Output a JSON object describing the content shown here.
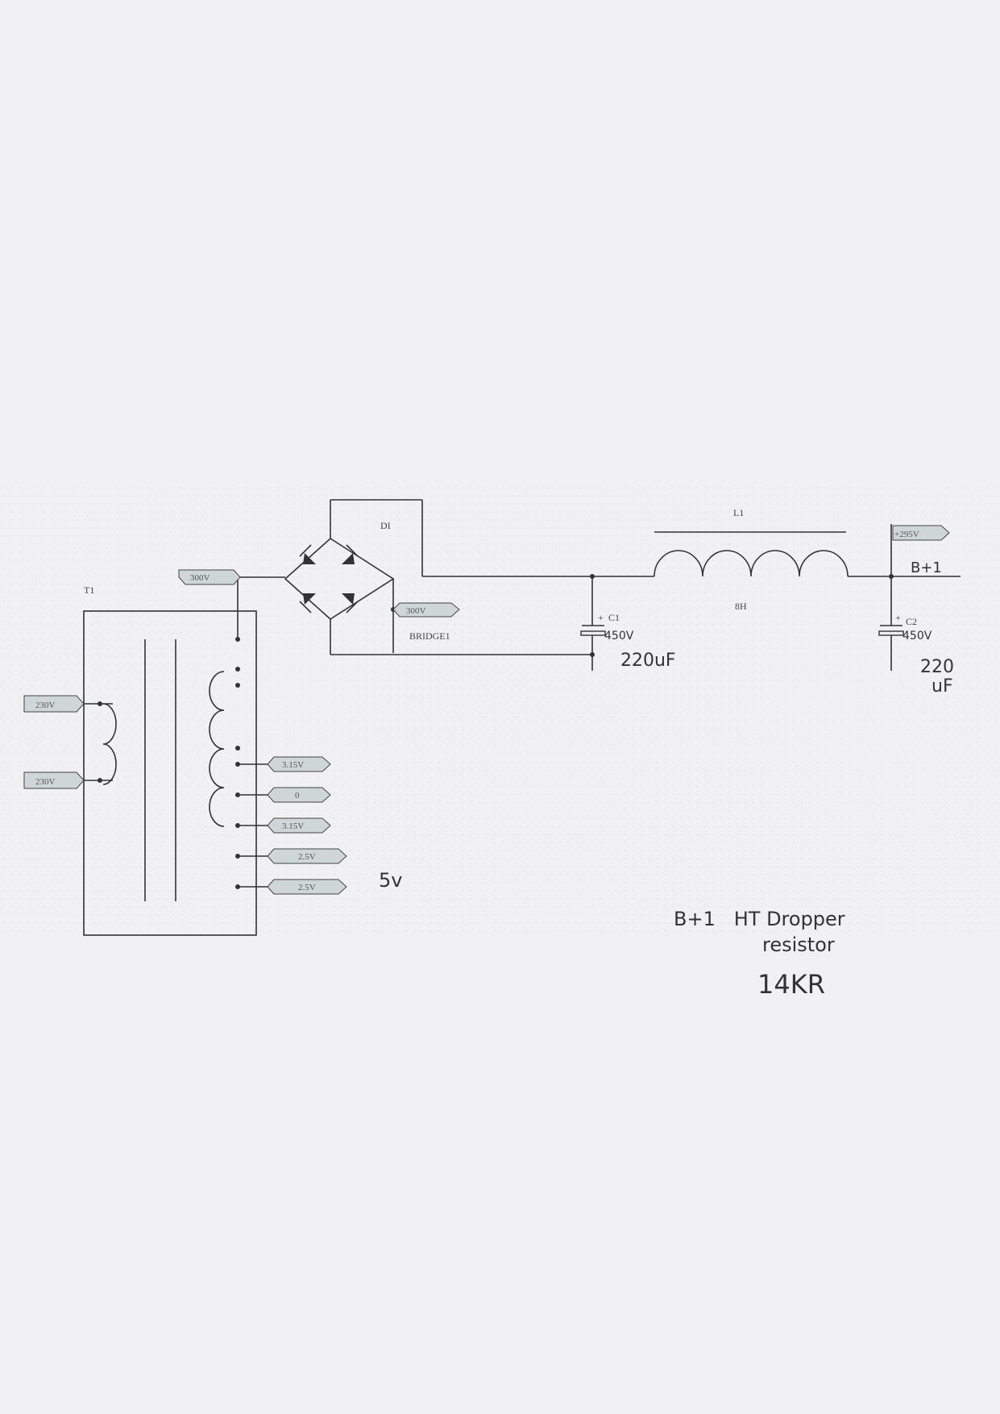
{
  "schematic": {
    "transformer": {
      "ref": "T1"
    },
    "bridge": {
      "ref": "DI",
      "name": "BRIDGE1"
    },
    "inductor": {
      "ref": "L1",
      "value": "8H"
    },
    "cap1": {
      "ref": "C1",
      "voltage": "450V",
      "value": "220uF"
    },
    "cap2": {
      "ref": "C2",
      "voltage": "450V",
      "value_line1": "220",
      "value_line2": "uF"
    },
    "net_flags": {
      "in_top": "230V",
      "in_bottom": "230V",
      "hv_left": "300V",
      "hv_right": "300V",
      "heater_a": "3.15V",
      "heater_ct": "0",
      "heater_b": "3.15V",
      "rect_a": "2.5V",
      "rect_b": "2.5V",
      "bplus_out": "+295V"
    },
    "output_label": "B+1"
  },
  "handwritten_notes": {
    "rectifier_supply": "5v",
    "note_line1": "B+1   HT Dropper",
    "note_line2": "resistor",
    "note_line3": "14KR"
  },
  "colors": {
    "ink": "#333333",
    "paper": "#f1f1f3",
    "flag_fill": "#cfd6d8"
  }
}
